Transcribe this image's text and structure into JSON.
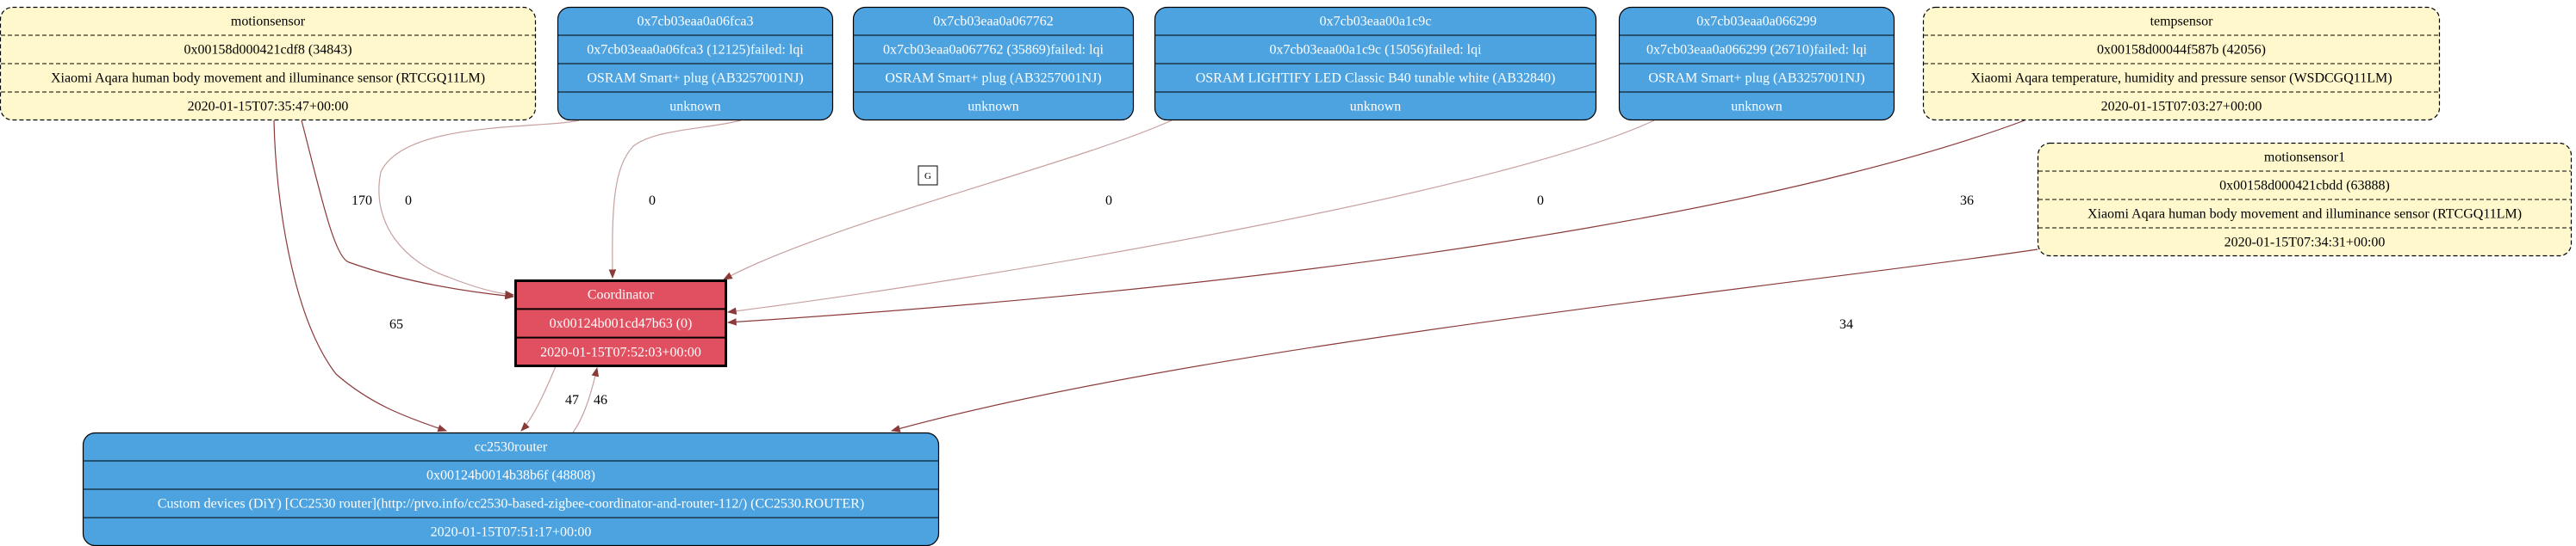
{
  "graph_label": "G",
  "colors": {
    "router_fill": "#4da3e0",
    "router_stroke": "#000000",
    "router_text": "#ffffff",
    "enddevice_fill": "#fff8cc",
    "enddevice_stroke": "#000000",
    "enddevice_text": "#000000",
    "coordinator_fill": "#e05060",
    "coordinator_stroke": "#000000",
    "coordinator_text": "#ffffff",
    "edge_strong": "#8b3a3a",
    "edge_weak": "#c8a0a0"
  },
  "nodes": [
    {
      "id": "motionsensor",
      "kind": "enddevice",
      "rows": [
        "motionsensor",
        "0x00158d000421cdf8 (34843)",
        "Xiaomi Aqara human body movement and illuminance sensor (RTCGQ11LM)",
        "2020-01-15T07:35:47+00:00"
      ]
    },
    {
      "id": "fca3",
      "kind": "router",
      "rows": [
        "0x7cb03eaa0a06fca3",
        "0x7cb03eaa0a06fca3 (12125)failed: lqi",
        "OSRAM Smart+ plug (AB3257001NJ)",
        "unknown"
      ]
    },
    {
      "id": "7762",
      "kind": "router",
      "rows": [
        "0x7cb03eaa0a067762",
        "0x7cb03eaa0a067762 (35869)failed: lqi",
        "OSRAM Smart+ plug (AB3257001NJ)",
        "unknown"
      ]
    },
    {
      "id": "1c9c",
      "kind": "router",
      "rows": [
        "0x7cb03eaa00a1c9c",
        "0x7cb03eaa00a1c9c (15056)failed: lqi",
        "OSRAM LIGHTIFY LED Classic B40 tunable white (AB32840)",
        "unknown"
      ]
    },
    {
      "id": "6299",
      "kind": "router",
      "rows": [
        "0x7cb03eaa0a066299",
        "0x7cb03eaa0a066299 (26710)failed: lqi",
        "OSRAM Smart+ plug (AB3257001NJ)",
        "unknown"
      ]
    },
    {
      "id": "tempsensor",
      "kind": "enddevice",
      "rows": [
        "tempsensor",
        "0x00158d00044f587b (42056)",
        "Xiaomi Aqara temperature, humidity and pressure sensor (WSDCGQ11LM)",
        "2020-01-15T07:03:27+00:00"
      ]
    },
    {
      "id": "motionsensor1",
      "kind": "enddevice",
      "rows": [
        "motionsensor1",
        "0x00158d000421cbdd (63888)",
        "Xiaomi Aqara human body movement and illuminance sensor (RTCGQ11LM)",
        "2020-01-15T07:34:31+00:00"
      ]
    },
    {
      "id": "coordinator",
      "kind": "coordinator",
      "rows": [
        "Coordinator",
        "0x00124b001cd47b63 (0)",
        "2020-01-15T07:52:03+00:00"
      ]
    },
    {
      "id": "cc2530router",
      "kind": "router",
      "rows": [
        "cc2530router",
        "0x00124b0014b38b6f (48808)",
        "Custom devices (DiY) [CC2530 router](http://ptvo.info/cc2530-based-zigbee-coordinator-and-router-112/) (CC2530.ROUTER)",
        "2020-01-15T07:51:17+00:00"
      ]
    }
  ],
  "edges": [
    {
      "from": "motionsensor",
      "to": "coordinator",
      "label": "170",
      "style": "strong"
    },
    {
      "from": "motionsensor",
      "to": "cc2530router",
      "label": "65",
      "style": "strong"
    },
    {
      "from": "fca3",
      "to": "coordinator",
      "label": "0",
      "style": "weak"
    },
    {
      "from": "7762",
      "to": "coordinator",
      "label": "0",
      "style": "weak"
    },
    {
      "from": "1c9c",
      "to": "coordinator",
      "label": "0",
      "style": "weak"
    },
    {
      "from": "6299",
      "to": "coordinator",
      "label": "0",
      "style": "weak"
    },
    {
      "from": "tempsensor",
      "to": "coordinator",
      "label": "36",
      "style": "strong"
    },
    {
      "from": "motionsensor1",
      "to": "cc2530router",
      "label": "34",
      "style": "strong"
    },
    {
      "from": "coordinator",
      "to": "cc2530router",
      "label": "47",
      "style": "weak"
    },
    {
      "from": "cc2530router",
      "to": "coordinator",
      "label": "46",
      "style": "weak"
    }
  ]
}
